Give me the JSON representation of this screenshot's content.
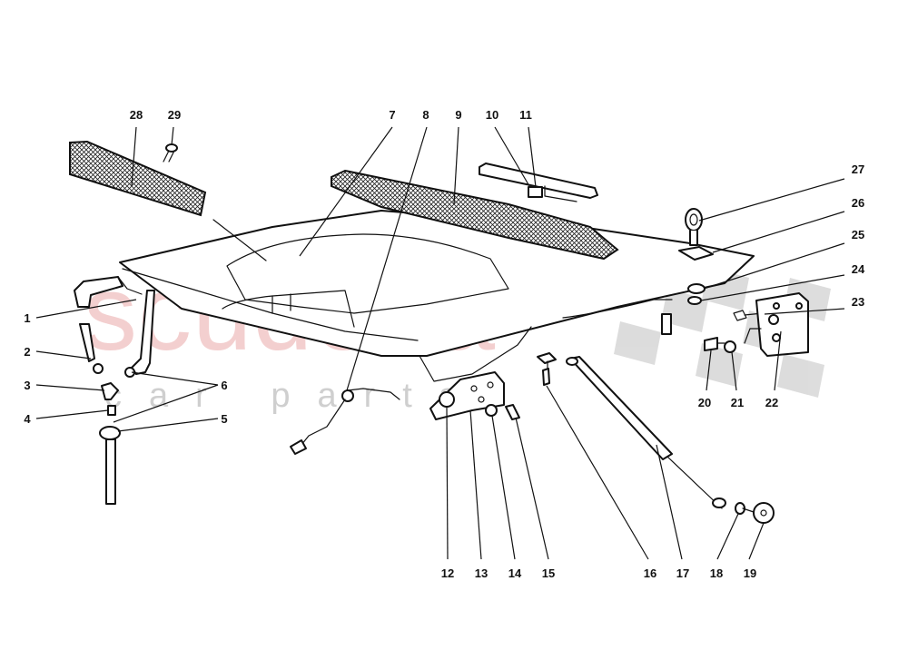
{
  "watermark": {
    "brand": "scuderia",
    "sub": "car parts",
    "brand_color": "#f2c7c7",
    "flag_color": "#d9d9d9"
  },
  "callouts": [
    {
      "id": "1",
      "part": "hose-fitting"
    },
    {
      "id": "2",
      "part": "hose-clamp"
    },
    {
      "id": "3",
      "part": "y-connector"
    },
    {
      "id": "4",
      "part": "ring"
    },
    {
      "id": "5",
      "part": "clamp"
    },
    {
      "id": "6",
      "part": "hose"
    },
    {
      "id": "7",
      "part": "bonnet"
    },
    {
      "id": "8",
      "part": "cable"
    },
    {
      "id": "9",
      "part": "rear-grille"
    },
    {
      "id": "10",
      "part": "strip"
    },
    {
      "id": "11",
      "part": "clip"
    },
    {
      "id": "12",
      "part": "nut"
    },
    {
      "id": "13",
      "part": "latch-plate"
    },
    {
      "id": "14",
      "part": "washer"
    },
    {
      "id": "15",
      "part": "screw"
    },
    {
      "id": "16",
      "part": "pin"
    },
    {
      "id": "17",
      "part": "gas-strut"
    },
    {
      "id": "18",
      "part": "screw"
    },
    {
      "id": "19",
      "part": "disc"
    },
    {
      "id": "20",
      "part": "screw"
    },
    {
      "id": "21",
      "part": "washer"
    },
    {
      "id": "22",
      "part": "hinge"
    },
    {
      "id": "23",
      "part": "spring"
    },
    {
      "id": "24",
      "part": "o-ring"
    },
    {
      "id": "25",
      "part": "washer"
    },
    {
      "id": "26",
      "part": "plate"
    },
    {
      "id": "27",
      "part": "ring-pin"
    },
    {
      "id": "28",
      "part": "front-grille"
    },
    {
      "id": "29",
      "part": "screw"
    }
  ]
}
